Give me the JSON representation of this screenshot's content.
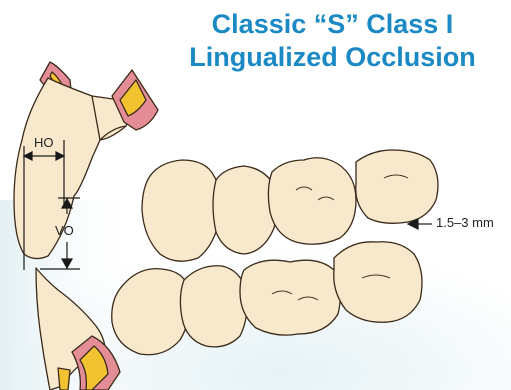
{
  "title": {
    "line1": "Classic “S” Class I",
    "line2": "Lingualized Occlusion"
  },
  "labels": {
    "horizontal_overlap": "HO",
    "vertical_overlap": "VO",
    "gap_measurement": "1.5–3 mm"
  },
  "colors": {
    "title": "#1a89c4",
    "tooth_fill": "#f8e9cc",
    "tooth_outline": "#3a2a1a",
    "gum": "#e58d96",
    "gold": "#f2c230",
    "background_glow": "#cfe6ec"
  }
}
